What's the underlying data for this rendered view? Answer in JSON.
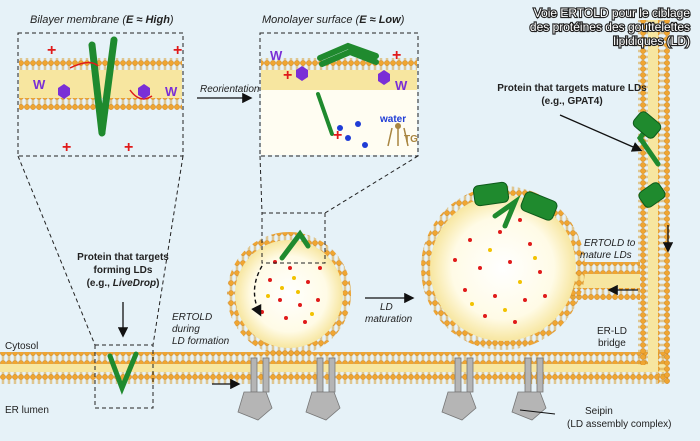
{
  "title_overlay": {
    "line1": "Voie ERTOLD pour le ciblage",
    "line2": "des protéines des gouttelettes",
    "line3": "lipidiques (LD)"
  },
  "panel_bilayer": {
    "title_prefix": "Bilayer membrane (",
    "title_value": "E ≈ High",
    "title_suffix": ")",
    "w_label": "W",
    "plus": "+"
  },
  "panel_monolayer": {
    "title_prefix": "Monolayer surface (",
    "title_value": "E ≈ Low",
    "title_suffix": ")",
    "w_label": "W",
    "water_label": "water",
    "tg_label": "TG"
  },
  "arrows": {
    "reorientation": "Reorientation"
  },
  "forming_protein": {
    "line1": "Protein that targets",
    "line2": "forming LDs",
    "line3": "(e.g., ",
    "example": "LiveDrop",
    "line3_end": ")"
  },
  "mature_protein": {
    "line1": "Protein that targets mature LDs",
    "line2": "(e.g., GPAT4)"
  },
  "labels": {
    "ertold_during_1": "ERTOLD",
    "ertold_during_2": "during",
    "ertold_during_3": "LD formation",
    "ld_maturation_1": "LD",
    "ld_maturation_2": "maturation",
    "ertold_to_1": "ERTOLD to",
    "ertold_to_2": "mature LDs",
    "erld_1": "ER-LD",
    "erld_2": "bridge",
    "cytosol": "Cytosol",
    "er_lumen": "ER lumen",
    "seipin_1": "Seipin",
    "seipin_2": "(LD assembly complex)"
  },
  "colors": {
    "background": "#e6f2f8",
    "membrane_head": "#f0a531",
    "membrane_tail": "#f7e6a0",
    "protein": "#1f8a2e",
    "tryptophan": "#7a2fd6",
    "charge": "#e01a1a",
    "seipin": "#a9a9a9"
  }
}
